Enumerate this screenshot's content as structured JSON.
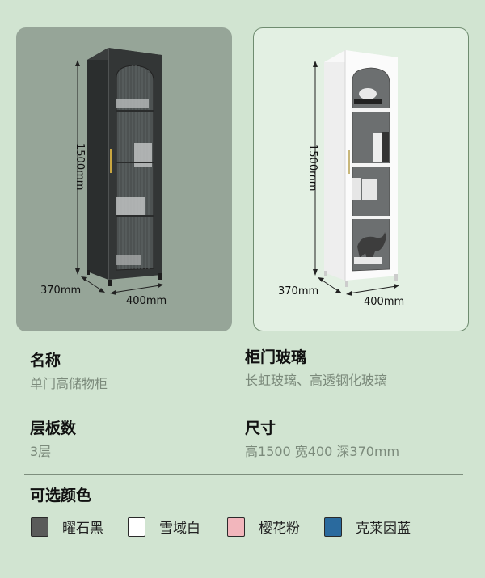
{
  "products": [
    {
      "variant": "black",
      "dimensions": {
        "height": "1500mm",
        "depth": "370mm",
        "width": "400mm"
      }
    },
    {
      "variant": "white",
      "dimensions": {
        "height": "1500mm",
        "depth": "370mm",
        "width": "400mm"
      }
    }
  ],
  "specs": {
    "name": {
      "title": "名称",
      "value": "单门高储物柜"
    },
    "glass": {
      "title": "柜门玻璃",
      "value": "长虹玻璃、高透钢化玻璃"
    },
    "shelves": {
      "title": "层板数",
      "value": "3层"
    },
    "size": {
      "title": "尺寸",
      "value": "高1500 宽400 深370mm"
    }
  },
  "colors": {
    "title": "可选颜色",
    "options": [
      {
        "label": "曜石黑",
        "hex": "#5a5b5a"
      },
      {
        "label": "雪域白",
        "hex": "#ffffff"
      },
      {
        "label": "樱花粉",
        "hex": "#f2b6bc"
      },
      {
        "label": "克莱因蓝",
        "hex": "#2a6a9e"
      }
    ]
  }
}
